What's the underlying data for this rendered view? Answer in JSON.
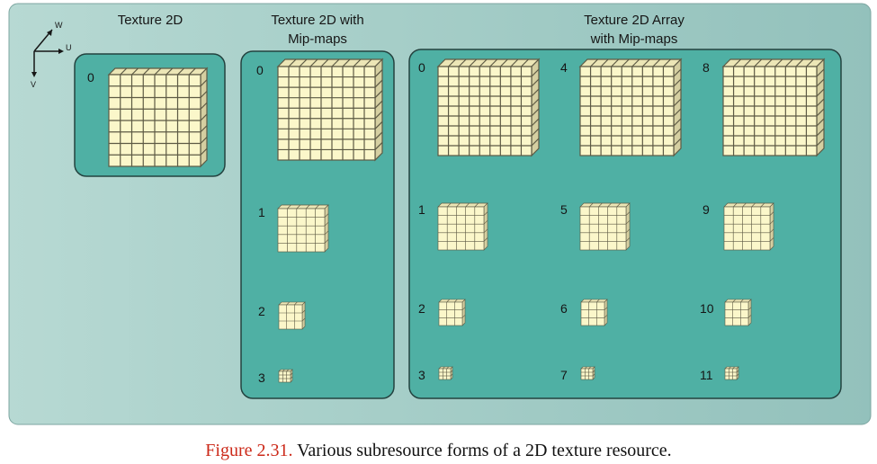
{
  "diagram": {
    "axes": {
      "w": "W",
      "u": "U",
      "v": "V"
    },
    "groups": {
      "texture2d": {
        "title": "Texture 2D",
        "subresources": [
          "0"
        ]
      },
      "mipmaps": {
        "title_line1": "Texture 2D with",
        "title_line2": "Mip-maps",
        "subresources": [
          "0",
          "1",
          "2",
          "3"
        ]
      },
      "array": {
        "title_line1": "Texture 2D Array",
        "title_line2": "with Mip-maps",
        "columns": [
          [
            "0",
            "1",
            "2",
            "3"
          ],
          [
            "4",
            "5",
            "6",
            "7"
          ],
          [
            "8",
            "9",
            "10",
            "11"
          ]
        ]
      }
    },
    "colors": {
      "background": "#a6ccc8",
      "panel": "#4fb0a4",
      "panel_border": "#23423f",
      "cube_face": "#fbf7ca",
      "cube_side": "#d5cfa1",
      "cube_top": "#ece6b6",
      "grid_line": "#5d5a44"
    }
  },
  "caption": {
    "number": "Figure 2.31.",
    "text": " Various subresource forms of a 2D texture resource."
  }
}
